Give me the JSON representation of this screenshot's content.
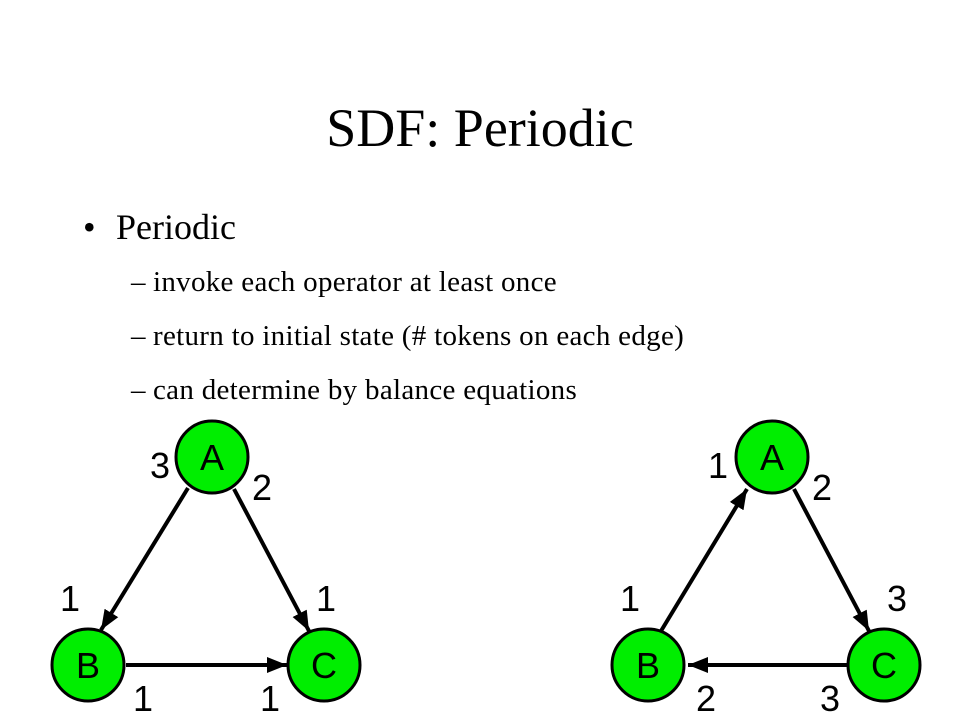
{
  "slide": {
    "title": "SDF: Periodic",
    "bullet": "Periodic",
    "bullet_marker": "•",
    "subbullet_marker": "–",
    "subbullets": [
      "invoke each operator at least once",
      "return to initial state (# tokens on each edge)",
      "can determine by balance equations"
    ]
  },
  "colors": {
    "node_fill": "#00ee00",
    "stroke": "#000000"
  },
  "graphs": [
    {
      "nodes": {
        "a": "A",
        "b": "B",
        "c": "C"
      },
      "edges": [
        {
          "from": "A",
          "to": "B",
          "produce": "3",
          "consume": "1"
        },
        {
          "from": "A",
          "to": "C",
          "produce": "2",
          "consume": "1"
        },
        {
          "from": "B",
          "to": "C",
          "produce": "1",
          "consume": "1"
        }
      ]
    },
    {
      "nodes": {
        "a": "A",
        "b": "B",
        "c": "C"
      },
      "edges": [
        {
          "from": "B",
          "to": "A",
          "produce": "1",
          "consume": "1"
        },
        {
          "from": "A",
          "to": "C",
          "produce": "2",
          "consume": "3"
        },
        {
          "from": "C",
          "to": "B",
          "produce": "3",
          "consume": "2"
        }
      ]
    }
  ]
}
